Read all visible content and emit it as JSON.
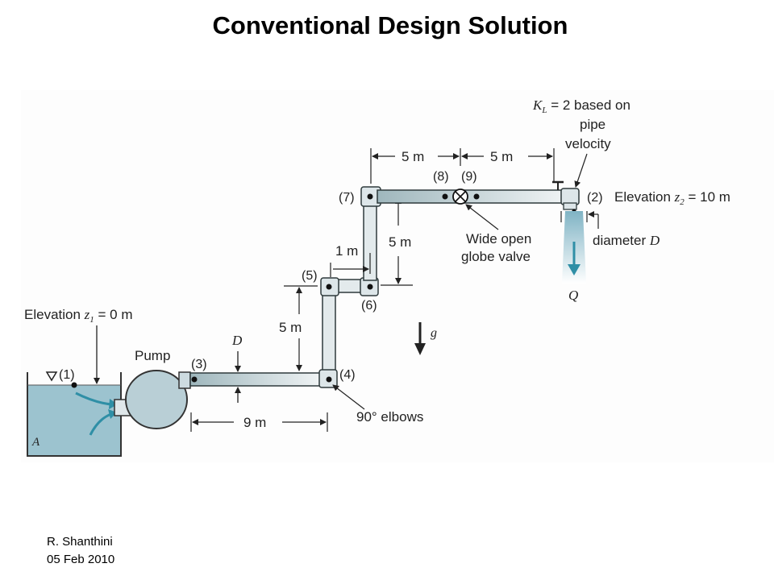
{
  "slide": {
    "title": "Conventional Design Solution",
    "author": "R. Shanthini",
    "date": "05 Feb 2010"
  },
  "diagram": {
    "kl_line1_pre": "K",
    "kl_line1_sub": "L",
    "kl_line1_post": " = 2 based on",
    "kl_line2": "pipe",
    "kl_line3": "velocity",
    "dim_5m_left": "5 m",
    "dim_5m_right": "5 m",
    "label_8": "(8)",
    "label_9": "(9)",
    "label_7": "(7)",
    "label_2": "(2)",
    "elev2_pre": "Elevation ",
    "elev2_z": "z",
    "elev2_sub": "2",
    "elev2_post": " = 10 m",
    "diameter_text": "diameter ",
    "diameter_sym": "D",
    "valve_line1": "Wide open",
    "valve_line2": "globe valve",
    "flow_sym": "Q",
    "dim_1m": "1 m",
    "dim_5m_vertical_upper": "5 m",
    "label_5": "(5)",
    "label_6": "(6)",
    "gravity_sym": "g",
    "elev1_pre": "Elevation ",
    "elev1_z": "z",
    "elev1_sub": "1",
    "elev1_post": " = 0 m",
    "dim_5m_vertical_lower": "5 m",
    "pipe_diameter_sym": "D",
    "pump_label": "Pump",
    "label_3": "(3)",
    "label_1": "(1)",
    "label_4": "(4)",
    "elbows_label": "90° elbows",
    "dim_9m": "9 m",
    "tank_label": "A"
  },
  "colors": {
    "water": "#9cc3cf",
    "pipe_fill": "#e3eaec",
    "pipe_stroke": "#2e3a3c",
    "flow_arrow": "#2f8fa6"
  }
}
